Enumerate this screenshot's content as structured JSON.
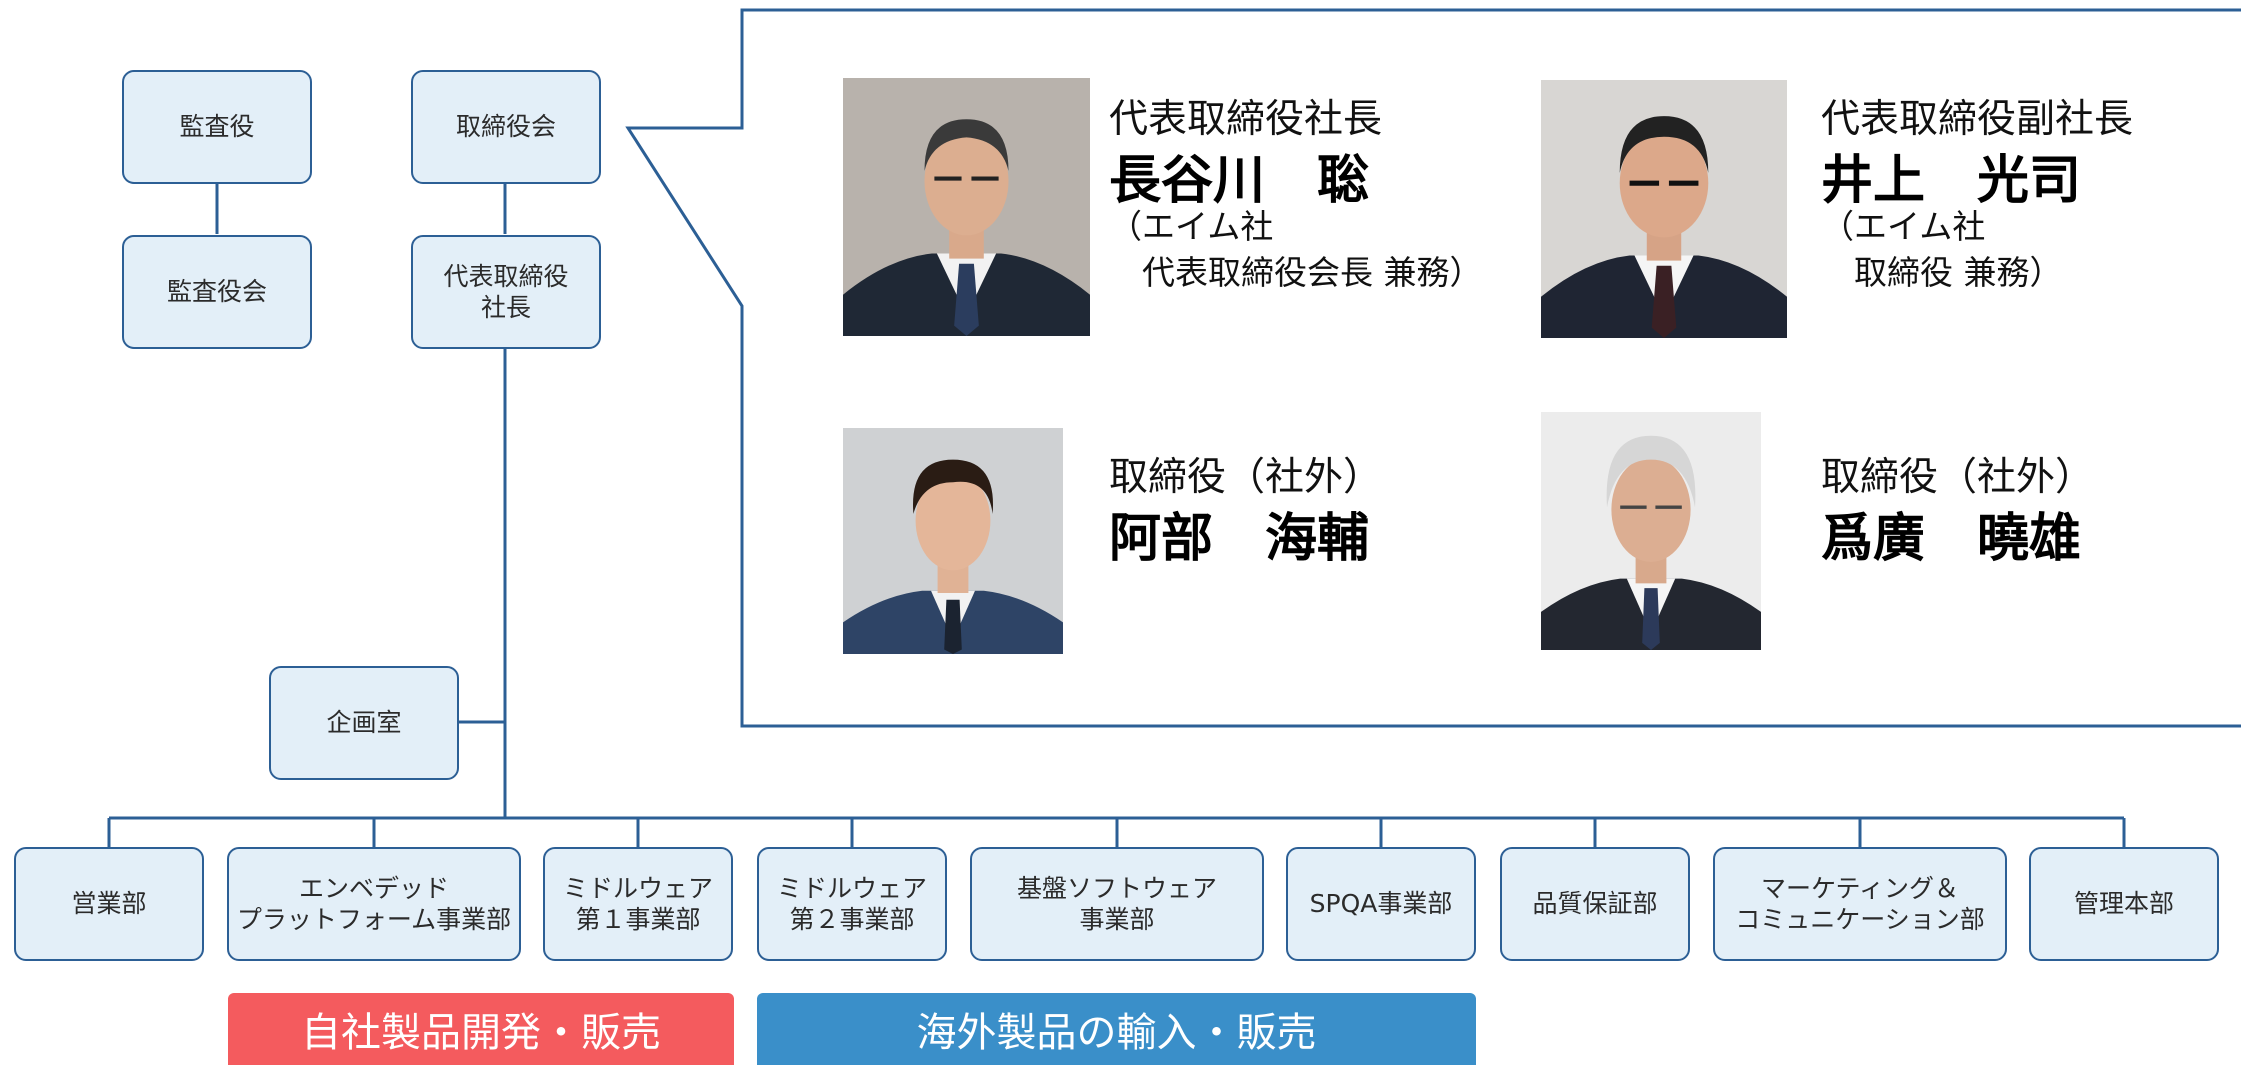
{
  "org": {
    "auditor": "監査役",
    "audit_board": "監査役会",
    "board": "取締役会",
    "president": "代表取締役\n社長",
    "planning": "企画室",
    "departments": [
      "営業部",
      "エンベデッド\nプラットフォーム事業部",
      "ミドルウェア\n第１事業部",
      "ミドルウェア\n第２事業部",
      "基盤ソフトウェア\n事業部",
      "SPQA事業部",
      "品質保証部",
      "マーケティング＆\nコミュニケーション部",
      "管理本部"
    ]
  },
  "executives": [
    {
      "role": "代表取締役社長",
      "name": "長谷川　聡",
      "note": "（エイム社\n　代表取締役会長 兼務）"
    },
    {
      "role": "代表取締役副社長",
      "name": "井上　光司",
      "note": "（エイム社\n　取締役 兼務）"
    },
    {
      "role": "取締役（社外）",
      "name": "阿部　海輔",
      "note": ""
    },
    {
      "role": "取締役（社外）",
      "name": "爲廣　曉雄",
      "note": ""
    }
  ],
  "bands": {
    "own_products": "自社製品開発・販売",
    "overseas": "海外製品の輸入・販売"
  },
  "colors": {
    "box_fill": "#e3eff8",
    "line": "#2c5f95",
    "band_red": "#f45b5e",
    "band_blue": "#3a8fc9"
  }
}
